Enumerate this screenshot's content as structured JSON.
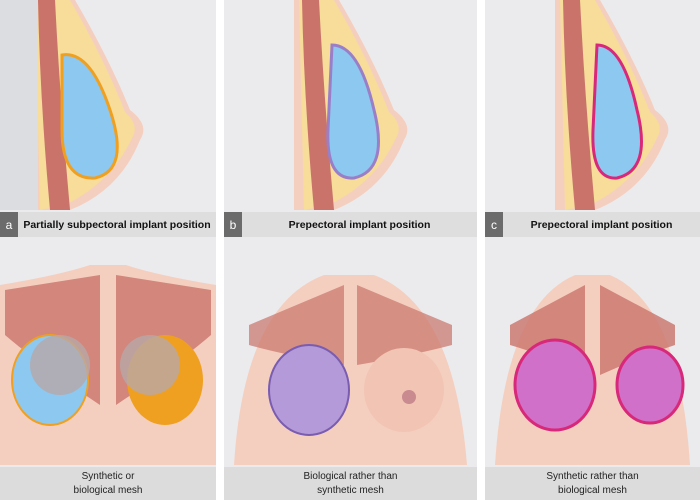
{
  "panels": [
    {
      "letter": "a",
      "title": "Partially subpectoral implant position",
      "caption": [
        "Synthetic or",
        "biological mesh"
      ],
      "implant_outline": "#f0a020",
      "mesh": "mixed"
    },
    {
      "letter": "b",
      "title": "Prepectoral implant position",
      "caption": [
        "Biological rather than",
        "synthetic mesh"
      ],
      "implant_outline": "#9a7fc8",
      "mesh": "biological"
    },
    {
      "letter": "c",
      "title": "Prepectoral implant position",
      "caption": [
        "Synthetic rather than",
        "biological mesh"
      ],
      "implant_outline": "#d8287a",
      "mesh": "synthetic"
    }
  ],
  "colors": {
    "skin": "#f4cfc0",
    "fat": "#f7dc9a",
    "muscle": "#c9736a",
    "implant": "#8cc8f0",
    "background": "#ebebed"
  }
}
